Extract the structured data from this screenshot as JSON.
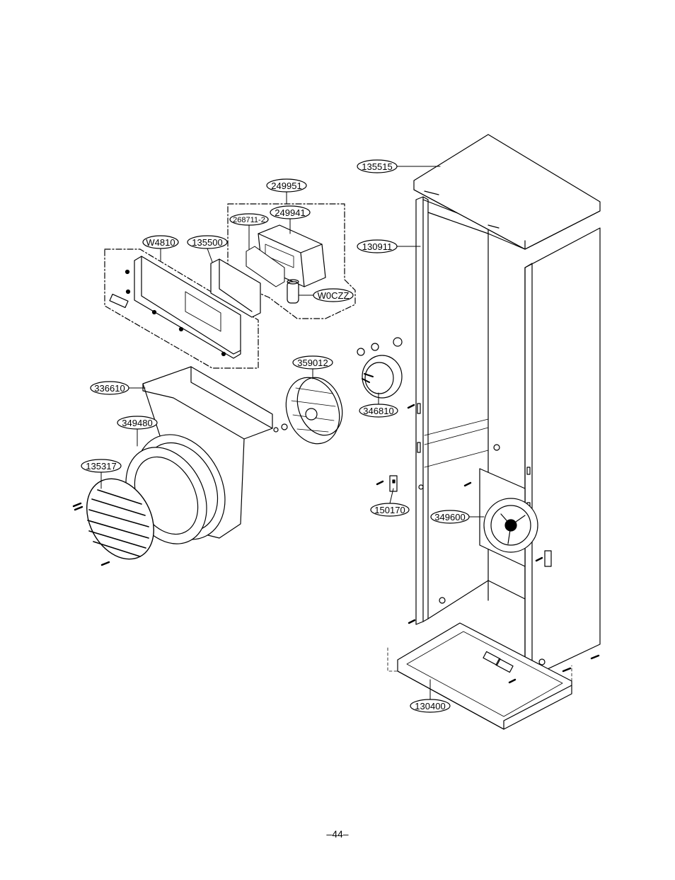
{
  "parts": {
    "p135515": "135515",
    "p249951": "249951",
    "p249941": "249941",
    "p268711": "268711-2",
    "p130911": "130911",
    "pW4810": "W4810",
    "p135500": "135500",
    "pW0CZZ": "W0CZZ",
    "p359012": "359012",
    "p336610": "336610",
    "p346810": "346810",
    "p349480": "349480",
    "p135317": "135317",
    "p150170": "150170",
    "p349600": "349600",
    "p130400": "130400"
  },
  "page_number": "–44–"
}
